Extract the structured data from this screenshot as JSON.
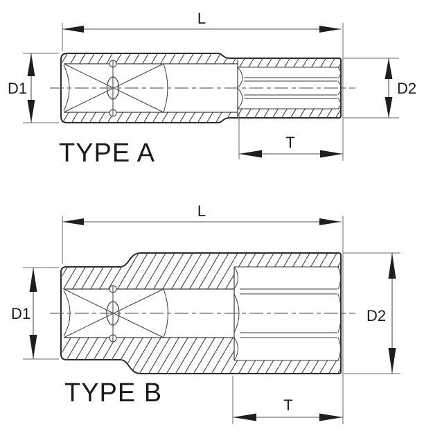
{
  "diagram": {
    "figures": [
      {
        "id": "type-a",
        "caption": "TYPE A",
        "dimensions": {
          "overall_length": "L",
          "drive_end_diameter": "D1",
          "socket_end_diameter": "D2",
          "socket_depth": "T"
        }
      },
      {
        "id": "type-b",
        "caption": "TYPE B",
        "dimensions": {
          "overall_length": "L",
          "drive_end_diameter": "D1",
          "socket_end_diameter": "D2",
          "socket_depth": "T"
        }
      }
    ],
    "colors": {
      "background": "#ffffff",
      "line": "#2b2b2b",
      "dimension_line": "#4f4f4f",
      "extension_line": "#6a6a6a",
      "text": "#1a1a1a"
    }
  }
}
